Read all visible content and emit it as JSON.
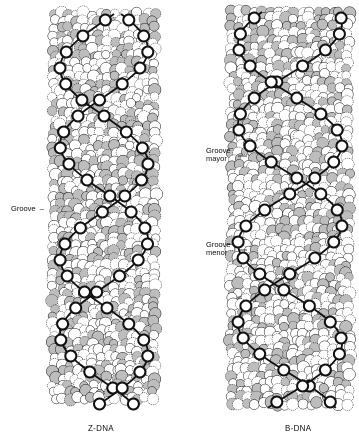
{
  "labels": {
    "z_groove": "Groove",
    "groove_mayor_line1": "Groove",
    "groove_mayor_line2": "mayor",
    "groove_menor_line1": "Groove",
    "groove_menor_line2": "menor"
  },
  "captions": {
    "left": "Z-DNA",
    "right": "B-DNA"
  },
  "colors": {
    "ink": "#111111",
    "atom_fill": "#ffffff",
    "atom_shade": "#bdbdbd"
  }
}
